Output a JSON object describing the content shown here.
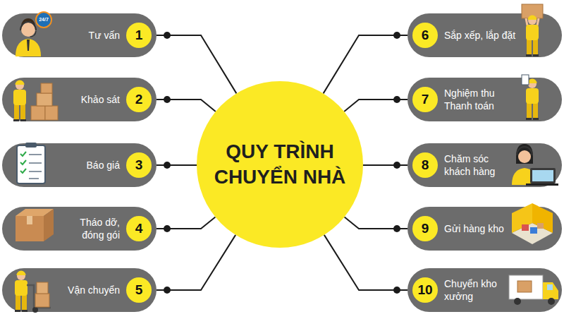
{
  "diagram": {
    "nodes": [
      {
        "text": [
          "QUY TRÌNH CHUYỂN NHÀ"
        ]
      },
      {
        "text": [
          "Tư vấn",
          "1"
        ]
      },
      {
        "text": [
          "Khảo sát",
          "2"
        ]
      },
      {
        "text": [
          "Báo giá",
          "3"
        ]
      },
      {
        "text": [
          "Tháo dỡ, đóng gói",
          "4"
        ]
      },
      {
        "text": [
          "Vận chuyển",
          "5"
        ]
      },
      {
        "text": [
          "Sắp xếp, lắp đặt",
          "6"
        ]
      },
      {
        "text": [
          "Nghiệm thu Thanh toán",
          "7"
        ]
      },
      {
        "text": [
          "Chăm sóc khách hàng",
          "8"
        ]
      },
      {
        "text": [
          "Gửi hàng kho",
          "9"
        ]
      },
      {
        "text": [
          "Chuyển kho xưởng",
          "10"
        ]
      }
    ],
    "edges": [
      {
        "from": 0,
        "to": 1,
        "arrow": "none"
      },
      {
        "from": 0,
        "to": 2,
        "arrow": "none"
      },
      {
        "from": 0,
        "to": 3,
        "arrow": "none"
      },
      {
        "from": 0,
        "to": 4,
        "arrow": "none"
      },
      {
        "from": 0,
        "to": 5,
        "arrow": "none"
      },
      {
        "from": 0,
        "to": 6,
        "arrow": "none"
      },
      {
        "from": 0,
        "to": 7,
        "arrow": "none"
      },
      {
        "from": 0,
        "to": 8,
        "arrow": "none"
      },
      {
        "from": 0,
        "to": 9,
        "arrow": "none"
      },
      {
        "from": 0,
        "to": 10,
        "arrow": "none"
      }
    ],
    "labels": [
      "24/7"
    ]
  }
}
